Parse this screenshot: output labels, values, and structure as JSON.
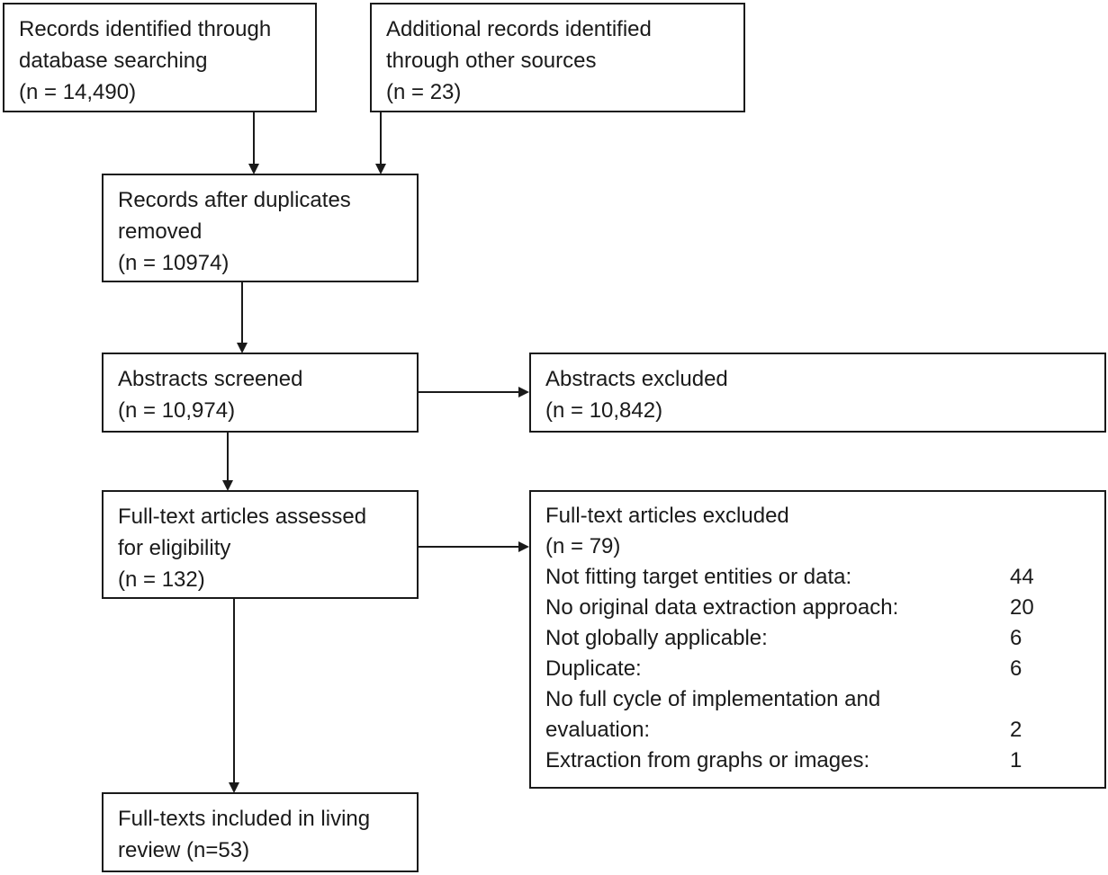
{
  "boxes": {
    "identified_db": {
      "lines": [
        "Records identified through",
        "database searching",
        "(n = 14,490)"
      ]
    },
    "identified_other": {
      "lines": [
        "Additional records identified",
        "through other sources",
        "(n = 23)"
      ]
    },
    "after_duplicates": {
      "lines": [
        "Records after duplicates",
        "removed",
        "(n = 10974)"
      ]
    },
    "screened": {
      "lines": [
        "Abstracts screened",
        "(n = 10,974)"
      ]
    },
    "abstracts_excluded": {
      "lines": [
        "Abstracts excluded",
        "(n = 10,842)"
      ]
    },
    "fulltext_assessed": {
      "lines": [
        "Full-text articles assessed",
        "for eligibility",
        "(n = 132)"
      ]
    },
    "fulltext_excluded": {
      "title": "Full-text articles excluded",
      "total": "(n = 79)",
      "reasons": [
        {
          "label": "Not fitting target entities or data:",
          "count": "44"
        },
        {
          "label": "No original data extraction approach:",
          "count": "20"
        },
        {
          "label": "Not globally applicable:",
          "count": "6"
        },
        {
          "label": "Duplicate:",
          "count": "6"
        },
        {
          "label": "No full cycle of implementation and",
          "count": ""
        },
        {
          "label": "evaluation:",
          "count": "2"
        },
        {
          "label": "Extraction from graphs or images:",
          "count": "1"
        }
      ]
    },
    "included": {
      "lines": [
        "Full-texts included in living",
        "review (n=53)"
      ]
    }
  },
  "colors": {
    "stroke": "#1a1a1a",
    "background": "#ffffff"
  }
}
